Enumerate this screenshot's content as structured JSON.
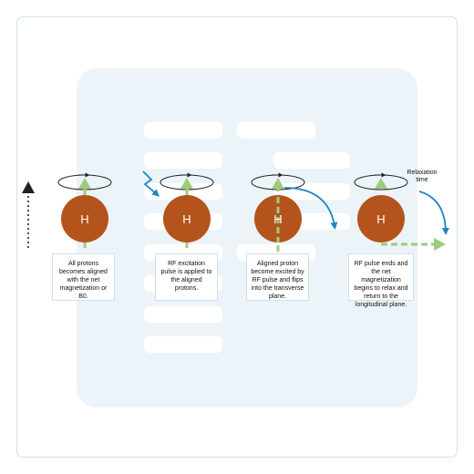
{
  "colors": {
    "proton": "#b4541c",
    "magnetization_arrow": "#9ccc7c",
    "rf_pulse": "#1f85c5",
    "field_arrow": "#222222",
    "panel_border": "#cfe0ea",
    "background_panel": "#edf4f9"
  },
  "icons": {
    "field_direction": "dotted-up-arrow-icon",
    "precession": "precession-orbit-icon",
    "rf_pulse": "zigzag-arrow-icon",
    "flip": "curved-arrow-icon"
  },
  "steps": [
    {
      "proton_label": "H",
      "caption": "All protons becomes aligned with the net magnetization or B0."
    },
    {
      "proton_label": "H",
      "caption": "RF excitation pulse is applied to the aligned protons."
    },
    {
      "proton_label": "H",
      "caption": "Aligned proton become excited by RF pulse and flips into the transverse plane."
    },
    {
      "proton_label": "H",
      "caption": "RF pulse ends and the net magnetization begins to relax and return to the longitudinal plane."
    }
  ],
  "relaxation_label": "Relaxation time"
}
